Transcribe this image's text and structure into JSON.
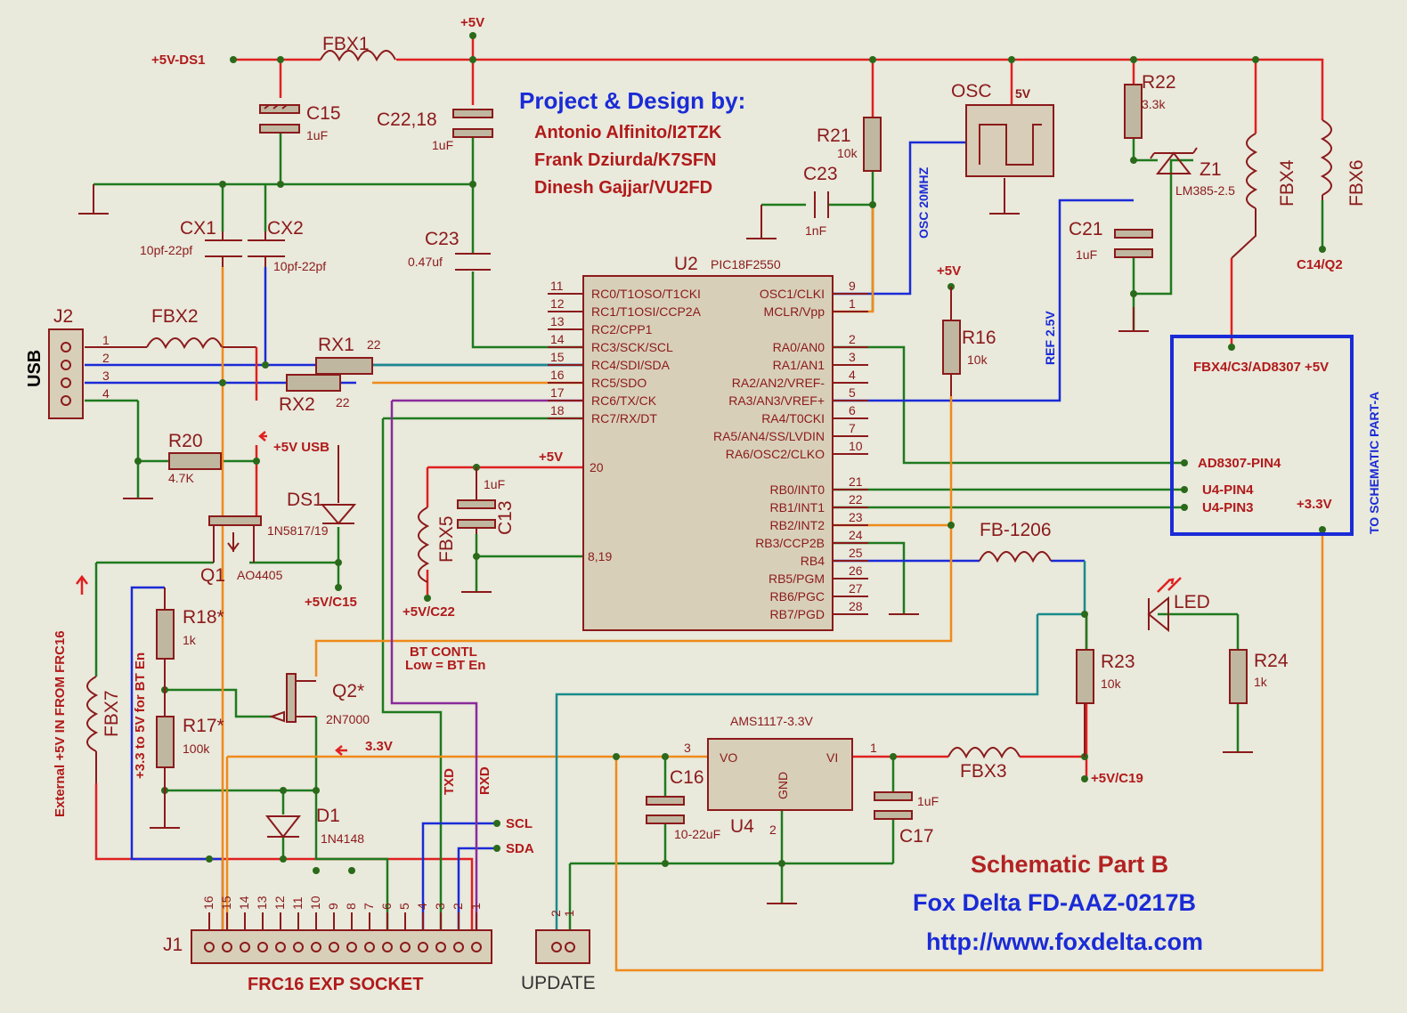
{
  "header": {
    "credit_title": "Project & Design by:",
    "credits": [
      "Antonio Alfinito/I2TZK",
      "Frank Dziurda/K7SFN",
      "Dinesh Gajjar/VU2FD"
    ]
  },
  "footer": {
    "part": "Schematic Part B",
    "model": "Fox Delta FD-AAZ-0217B",
    "url": "http://www.foxdelta.com"
  },
  "components": {
    "fbx1": "FBX1",
    "c15": "C15",
    "c15_val": "1uF",
    "c22": "C22,18",
    "c22_val": "1uF",
    "cx1": "CX1",
    "cx1_val": "10pf-22pf",
    "cx2": "CX2",
    "cx2_val": "10pf-22pf",
    "c23a": "C23",
    "c23a_val": "0.47uf",
    "j2": "J2",
    "usb": "USB",
    "fbx2": "FBX2",
    "rx1": "RX1",
    "rx1_val": "22",
    "rx2": "RX2",
    "rx2_val": "22",
    "r20": "R20",
    "r20_val": "4.7K",
    "ds1": "DS1",
    "ds1_val": "1N5817/19",
    "q1": "Q1",
    "q1_val": "AO4405",
    "r21": "R21",
    "r21_val": "10k",
    "c23b": "C23",
    "c23b_val": "1nF",
    "osc": "OSC",
    "osc_5v": "5V",
    "r22": "R22",
    "r22_val": "3.3k",
    "z1": "Z1",
    "z1_val": "LM385-2.5",
    "c21": "C21",
    "c21_val": "1uF",
    "fbx4": "FBX4",
    "fbx6": "FBX6",
    "u2": "U2",
    "u2_val": "PIC18F2550",
    "r16": "R16",
    "r16_val": "10k",
    "c13": "C13",
    "c13_val": "1uF",
    "fbx5": "FBX5",
    "fb1206": "FB-1206",
    "led": "LED",
    "r18": "R18*",
    "r18_val": "1k",
    "r17": "R17*",
    "r17_val": "100k",
    "q2": "Q2*",
    "q2_val": "2N7000",
    "fbx7": "FBX7",
    "d1": "D1",
    "d1_val": "1N4148",
    "r23": "R23",
    "r23_val": "10k",
    "r24": "R24",
    "r24_val": "1k",
    "ams": "AMS1117-3.3V",
    "u4": "U4",
    "u4_vo": "VO",
    "u4_vi": "VI",
    "u4_gnd": "GND",
    "c16": "C16",
    "c16_val": "10-22uF",
    "c17": "C17",
    "c17_val": "1uF",
    "fbx3": "FBX3",
    "j1": "J1",
    "j1_name": "FRC16 EXP SOCKET",
    "update": "UPDATE"
  },
  "u2_left_pins": [
    {
      "num": "11",
      "name": "RC0/T1OSO/T1CKI"
    },
    {
      "num": "12",
      "name": "RC1/T1OSI/CCP2A"
    },
    {
      "num": "13",
      "name": "RC2/CPP1"
    },
    {
      "num": "14",
      "name": "RC3/SCK/SCL"
    },
    {
      "num": "15",
      "name": "RC4/SDI/SDA"
    },
    {
      "num": "16",
      "name": "RC5/SDO"
    },
    {
      "num": "17",
      "name": "RC6/TX/CK"
    },
    {
      "num": "18",
      "name": "RC7/RX/DT"
    }
  ],
  "u2_right_pins": [
    {
      "num": "9",
      "name": "OSC1/CLKI"
    },
    {
      "num": "1",
      "name": "MCLR/Vpp"
    },
    {
      "num": "2",
      "name": "RA0/AN0"
    },
    {
      "num": "3",
      "name": "RA1/AN1"
    },
    {
      "num": "4",
      "name": "RA2/AN2/VREF-"
    },
    {
      "num": "5",
      "name": "RA3/AN3/VREF+"
    },
    {
      "num": "6",
      "name": "RA4/T0CKI"
    },
    {
      "num": "7",
      "name": "RA5/AN4/SS/LVDIN"
    },
    {
      "num": "10",
      "name": "RA6/OSC2/CLKO"
    },
    {
      "num": "21",
      "name": "RB0/INT0"
    },
    {
      "num": "22",
      "name": "RB1/INT1"
    },
    {
      "num": "23",
      "name": "RB2/INT2"
    },
    {
      "num": "24",
      "name": "RB3/CCP2B"
    },
    {
      "num": "25",
      "name": "RB4"
    },
    {
      "num": "26",
      "name": "RB5/PGM"
    },
    {
      "num": "27",
      "name": "RB6/PGC"
    },
    {
      "num": "28",
      "name": "RB7/PGD"
    }
  ],
  "u2_power_pins": {
    "vdd": "20",
    "gnd": "8,19"
  },
  "j2_pins": [
    "1",
    "2",
    "3",
    "4"
  ],
  "j1_pins": [
    "16",
    "15",
    "14",
    "13",
    "12",
    "11",
    "10",
    "9",
    "8",
    "7",
    "6",
    "5",
    "4",
    "3",
    "2",
    "1"
  ],
  "update_pins": [
    "2",
    "1"
  ],
  "nets": {
    "p5v_ds1": "+5V-DS1",
    "p5v_top": "+5V",
    "p5v_usb": "+5V USB",
    "p5v_c15": "+5V/C15",
    "p5v_c22": "+5V/C22",
    "p5v_r16": "+5V",
    "p5v_u2": "+5V",
    "c14q2": "C14/Q2",
    "p5v_c19": "+5V/C19",
    "v33": "3.3V",
    "scl": "SCL",
    "sda": "SDA",
    "txd": "TXD",
    "rxd": "RXD",
    "bt_contl": "BT CONTL",
    "bt_en": "Low = BT En",
    "ext_5v": "External +5V IN FROM FRC16",
    "lvl": "+3.3 to 5V for BT En",
    "osc20": "OSC 20MHZ",
    "ref25": "REF 2.5V",
    "box_top": "FBX4/C3/AD8307 +5V",
    "box_p1": "AD8307-PIN4",
    "box_p2": "U4-PIN4",
    "box_p3": "U4-PIN3",
    "box_v33": "+3.3V",
    "to_part_a": "TO SCHEMATIC PART-A",
    "u4_pin3": "3",
    "u4_pin1": "1",
    "u4_pin2": "2"
  },
  "colors": {
    "background": "#e9e9dc",
    "component": "#8b1a1a",
    "title_blue": "#1a2bd6",
    "footer_red": "#b22222"
  }
}
